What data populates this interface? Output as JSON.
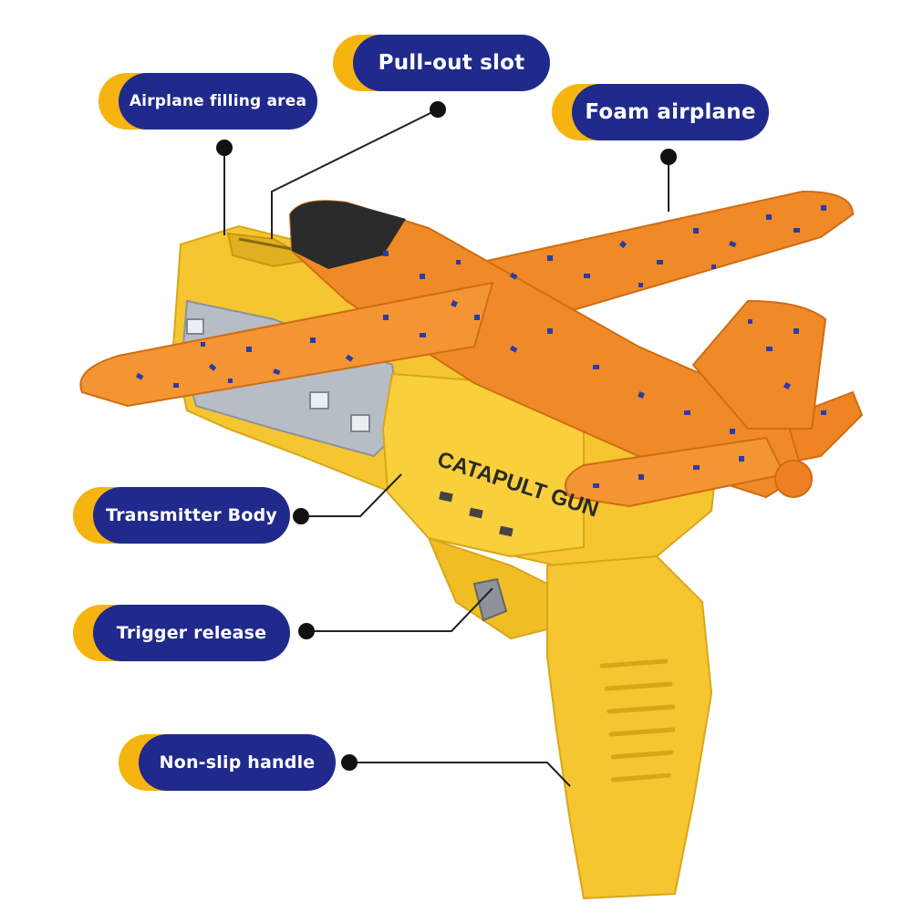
{
  "product_text": "CATAPULT GUN",
  "colors": {
    "pill_fill": "#1f2a8c",
    "pill_accent": "#f5b40f",
    "launcher_yellow": "#f6c630",
    "foam_orange": "#f08a28",
    "foam_dots": "#2a3ca8",
    "leader_line": "#222222"
  },
  "labels": {
    "airplane_filling_area": "Airplane filling area",
    "pull_out_slot": "Pull-out slot",
    "foam_airplane": "Foam airplane",
    "transmitter_body": "Transmitter Body",
    "trigger_release": "Trigger release",
    "non_slip_handle": "Non-slip handle"
  }
}
